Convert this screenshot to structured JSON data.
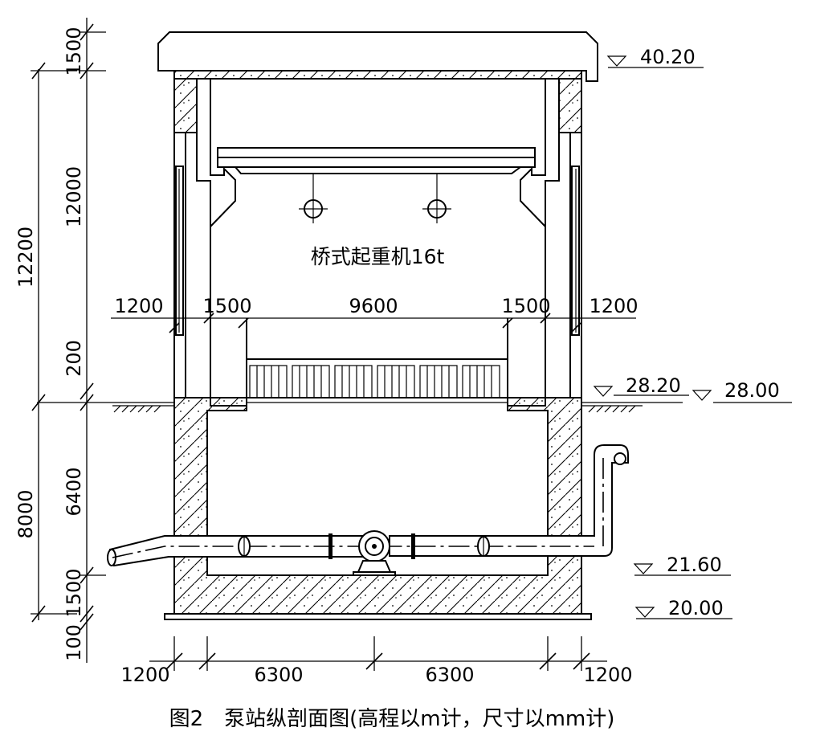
{
  "caption": "图2　泵站纵剖面图(高程以m计，尺寸以mm计)",
  "crane_label": "桥式起重机16t",
  "vertical_dims": {
    "left_outer": [
      "12200",
      "8000"
    ],
    "left_inner": [
      "1500",
      "12000",
      "200",
      "6400",
      "1500",
      "100"
    ]
  },
  "horizontal_dims": {
    "top": [
      "1200",
      "1500",
      "9600",
      "1500",
      "1200"
    ],
    "bottom": [
      "1200",
      "6300",
      "6300",
      "1200"
    ]
  },
  "levels": [
    "40.20",
    "28.20",
    "28.00",
    "21.60",
    "20.00"
  ],
  "icons": [
    "elevation-triangle-icon",
    "ground-hatch-icon",
    "crane-hook-icon",
    "pump-icon",
    "valve-icon"
  ]
}
